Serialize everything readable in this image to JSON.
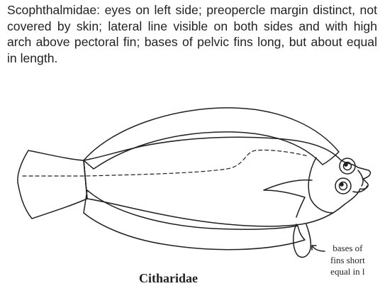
{
  "description": {
    "taxon": "Scophthalmidae",
    "text": "Scophthalmidae: eyes on left side; preopercle margin distinct, not covered by skin; lateral line visible on both sides and with high arch above pectoral fin; bases of pelvic fins long, but about equal in length."
  },
  "figure": {
    "annotation": {
      "line1": "bases of",
      "line2": "fins short",
      "line3": "equal in l"
    },
    "caption": "Citharidae"
  }
}
